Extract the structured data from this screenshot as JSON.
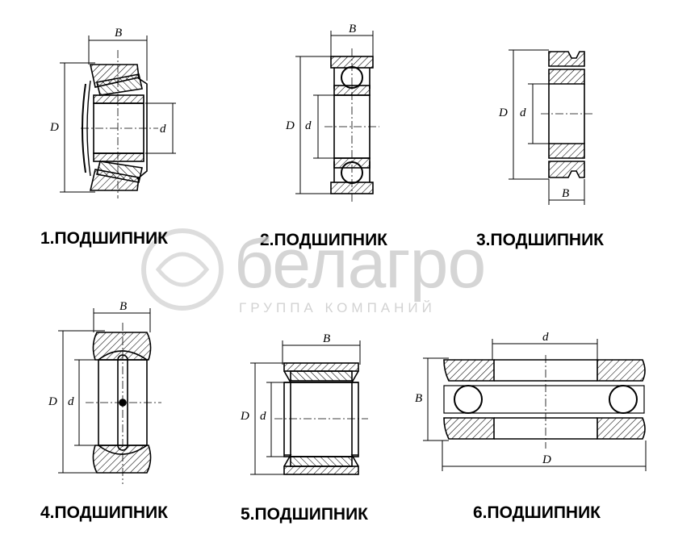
{
  "diagrams": [
    {
      "caption": "1.ПОДШИПНИК",
      "dims": [
        "B",
        "D",
        "d"
      ]
    },
    {
      "caption": "2.ПОДШИПНИК",
      "dims": [
        "B",
        "D",
        "d"
      ]
    },
    {
      "caption": "3.ПОДШИПНИК",
      "dims": [
        "D",
        "d",
        "B"
      ]
    },
    {
      "caption": "4.ПОДШИПНИК",
      "dims": [
        "B",
        "D",
        "d"
      ]
    },
    {
      "caption": "5.ПОДШИПНИК",
      "dims": [
        "B",
        "D",
        "d"
      ]
    },
    {
      "caption": "6.ПОДШИПНИК",
      "dims": [
        "d",
        "B",
        "D"
      ]
    }
  ],
  "watermark": {
    "brand": "белагро",
    "subtitle": "ГРУППА КОМПАНИЙ",
    "logo": "belagro-logo-icon"
  },
  "colors": {
    "ink": "#000000",
    "watermark": "#c8c8c8"
  }
}
